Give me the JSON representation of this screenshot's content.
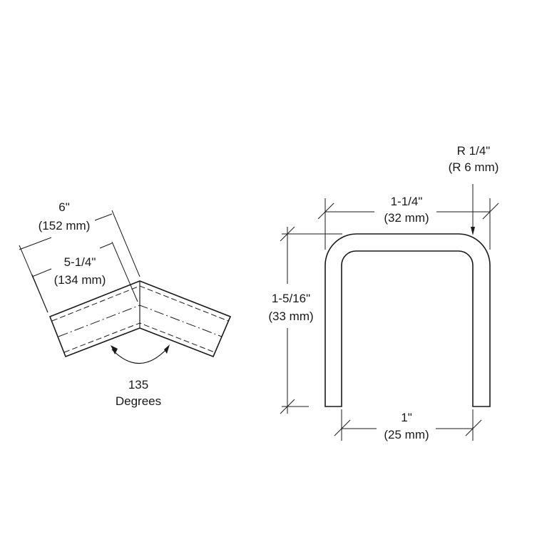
{
  "corner_piece": {
    "outer_length": {
      "imperial": "6\"",
      "metric": "(152 mm)"
    },
    "inner_length": {
      "imperial": "5-1/4\"",
      "metric": "(134 mm)"
    },
    "angle": {
      "value": "135",
      "unit": "Degrees"
    }
  },
  "profile": {
    "radius": {
      "imperial": "R 1/4\"",
      "metric": "(R 6 mm)"
    },
    "width": {
      "imperial": "1-1/4\"",
      "metric": "(32 mm)"
    },
    "height": {
      "imperial": "1-5/16\"",
      "metric": "(33 mm)"
    },
    "inner_width": {
      "imperial": "1\"",
      "metric": "(25 mm)"
    }
  }
}
